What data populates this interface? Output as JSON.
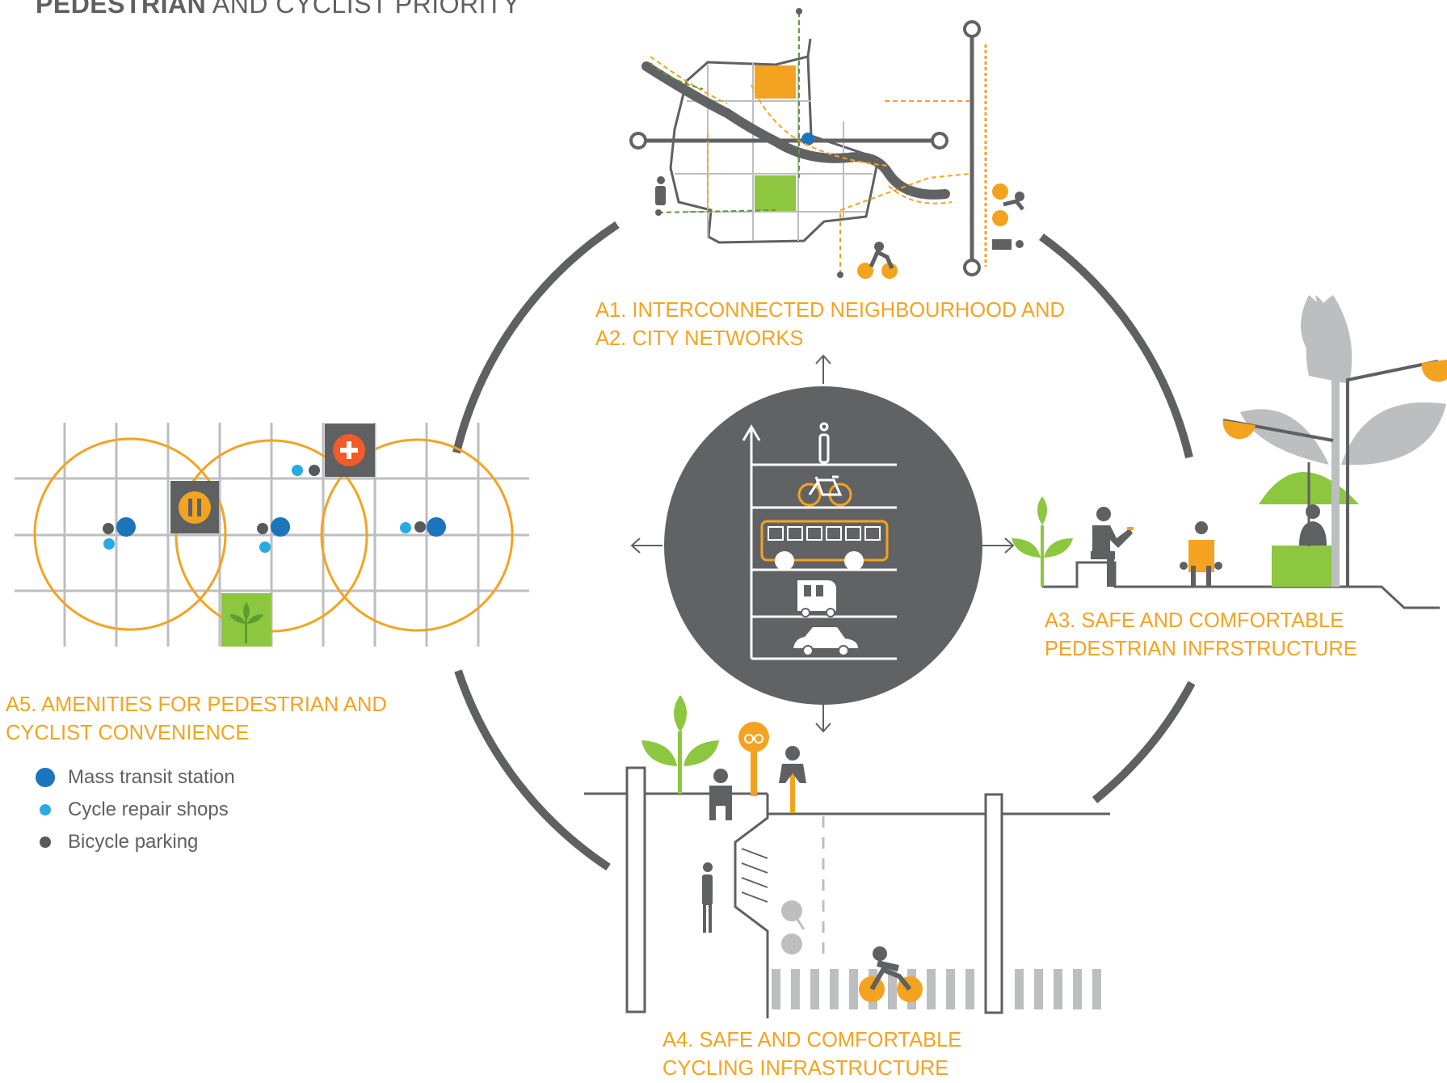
{
  "title": {
    "bold": "PEDESTRIAN",
    "rest": " AND CYCLIST PRIORITY"
  },
  "sections": {
    "a1_a2": {
      "line1": "A1. INTERCONNECTED NEIGHBOURHOOD AND",
      "line2": "A2. CITY NETWORKS"
    },
    "a3": {
      "line1": "A3. SAFE AND COMFORTABLE",
      "line2": "PEDESTRIAN INFRSTRUCTURE"
    },
    "a4": {
      "line1": "A4. SAFE AND COMFORTABLE",
      "line2": "CYCLING INFRASTRUCTURE"
    },
    "a5": {
      "line1": "A5. AMENITIES FOR PEDESTRIAN AND",
      "line2": "CYCLIST CONVENIENCE"
    }
  },
  "legend": [
    {
      "label": "Mass transit station",
      "color": "#1b75bc"
    },
    {
      "label": "Cycle repair shops",
      "color": "#29abe2"
    },
    {
      "label": "Bicycle parking",
      "color": "#58595b"
    }
  ],
  "colors": {
    "orange": "#f4a321",
    "gray": "#5f6062",
    "light_gray": "#bcbec0",
    "green": "#8dc63f",
    "blue": "#1b75bc",
    "light_blue": "#29abe2",
    "red": "#f15a29"
  },
  "icons": [
    "pedestrian-icon",
    "bicycle-icon",
    "bus-icon",
    "auto-rickshaw-icon",
    "car-icon",
    "tree-icon",
    "toilet-icon",
    "first-aid-icon",
    "plant-icon",
    "cyclist-icon",
    "bench-person-icon",
    "umbrella-icon",
    "street-lamp-icon",
    "bicycle-sign-icon"
  ]
}
